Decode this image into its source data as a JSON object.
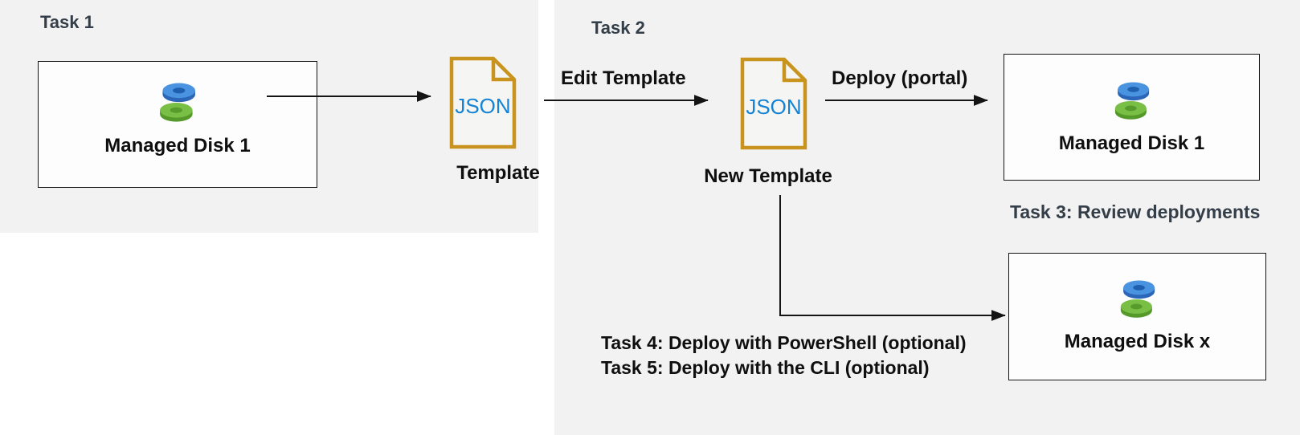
{
  "panels": {
    "task1": {
      "heading": "Task 1"
    },
    "task2": {
      "heading": "Task 2"
    }
  },
  "nodes": {
    "disk_source": {
      "label": "Managed Disk 1"
    },
    "template": {
      "file_type": "JSON",
      "label": "Template"
    },
    "new_template": {
      "file_type": "JSON",
      "label": "New Template"
    },
    "disk_deployed": {
      "label": "Managed Disk 1"
    },
    "disk_x": {
      "label": "Managed Disk x"
    }
  },
  "arrows": {
    "edit_template": "Edit Template",
    "deploy_portal": "Deploy (portal)"
  },
  "notes": {
    "task3": "Task 3: Review deployments",
    "task4": "Task 4: Deploy with PowerShell (optional)",
    "task5": "Task 5: Deploy with the CLI (optional)"
  },
  "colors": {
    "panel_bg": "#f2f2f2",
    "heading_slate": "#333e48",
    "text_black": "#0f0f0f",
    "file_gold": "#c8941e",
    "json_blue": "#1583d4",
    "disk_blue_top": "#4a93e0",
    "disk_blue_side": "#2b66b8",
    "disk_blue_hole": "#1e5fae",
    "disk_green_top": "#7abf45",
    "disk_green_side": "#55992a",
    "disk_green_hole": "#569b2b",
    "connector": "#141414"
  }
}
